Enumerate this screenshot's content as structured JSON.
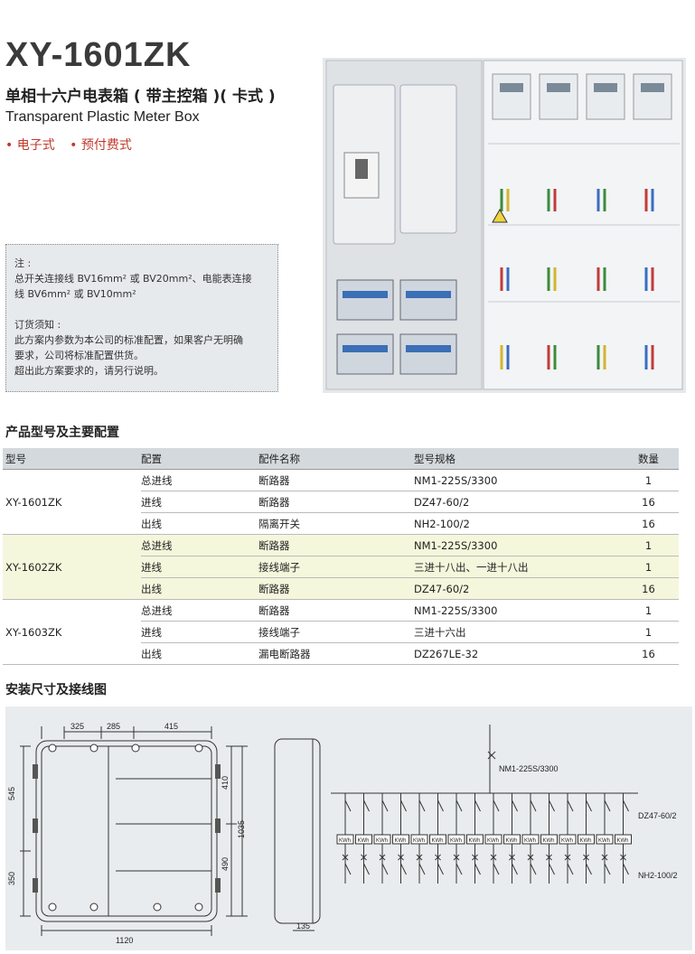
{
  "header": {
    "model": "XY-1601ZK",
    "subtitle": "单相十六户电表箱 ( 带主控箱 )( 卡式 )",
    "subtitle_en": "Transparent Plastic Meter Box",
    "tags": [
      "• 电子式",
      "• 预付费式"
    ]
  },
  "notes": {
    "label": "注 :",
    "line1": "总开关连接线 BV16mm² 或 BV20mm²、电能表连接",
    "line2": "线 BV6mm² 或 BV10mm²",
    "order_label": "订货须知 :",
    "order1": "此方案内参数为本公司的标准配置，如果客户无明确",
    "order2": "要求，公司将标准配置供货。",
    "order3": "超出此方案要求的，请另行说明。"
  },
  "spec": {
    "title": "产品型号及主要配置",
    "headers": [
      "型号",
      "配置",
      "配件名称",
      "型号规格",
      "数量"
    ],
    "groups": [
      {
        "model": "XY-1601ZK",
        "rows": [
          [
            "总进线",
            "断路器",
            "NM1-225S/3300",
            "1"
          ],
          [
            "进线",
            "断路器",
            "DZ47-60/2",
            "16"
          ],
          [
            "出线",
            "隔离开关",
            "NH2-100/2",
            "16"
          ]
        ]
      },
      {
        "model": "XY-1602ZK",
        "rows": [
          [
            "总进线",
            "断路器",
            "NM1-225S/3300",
            "1"
          ],
          [
            "进线",
            "接线端子",
            "三进十八出、一进十八出",
            "1"
          ],
          [
            "出线",
            "断路器",
            "DZ47-60/2",
            "16"
          ]
        ]
      },
      {
        "model": "XY-1603ZK",
        "rows": [
          [
            "总进线",
            "断路器",
            "NM1-225S/3300",
            "1"
          ],
          [
            "进线",
            "接线端子",
            "三进十六出",
            "1"
          ],
          [
            "出线",
            "漏电断路器",
            "DZ267LE-32",
            "16"
          ]
        ]
      }
    ]
  },
  "install": {
    "title": "安装尺寸及接线图",
    "dims": {
      "top": [
        "325",
        "285",
        "415"
      ],
      "left": [
        "545",
        "350"
      ],
      "right": [
        "410",
        "490"
      ],
      "height": "1035",
      "width": "1120",
      "depth": "135"
    },
    "wiring": {
      "main": "NM1-225S/3300",
      "breaker": "DZ47-60/2",
      "isolator": "NH2-100/2",
      "meter": "KWh"
    }
  }
}
